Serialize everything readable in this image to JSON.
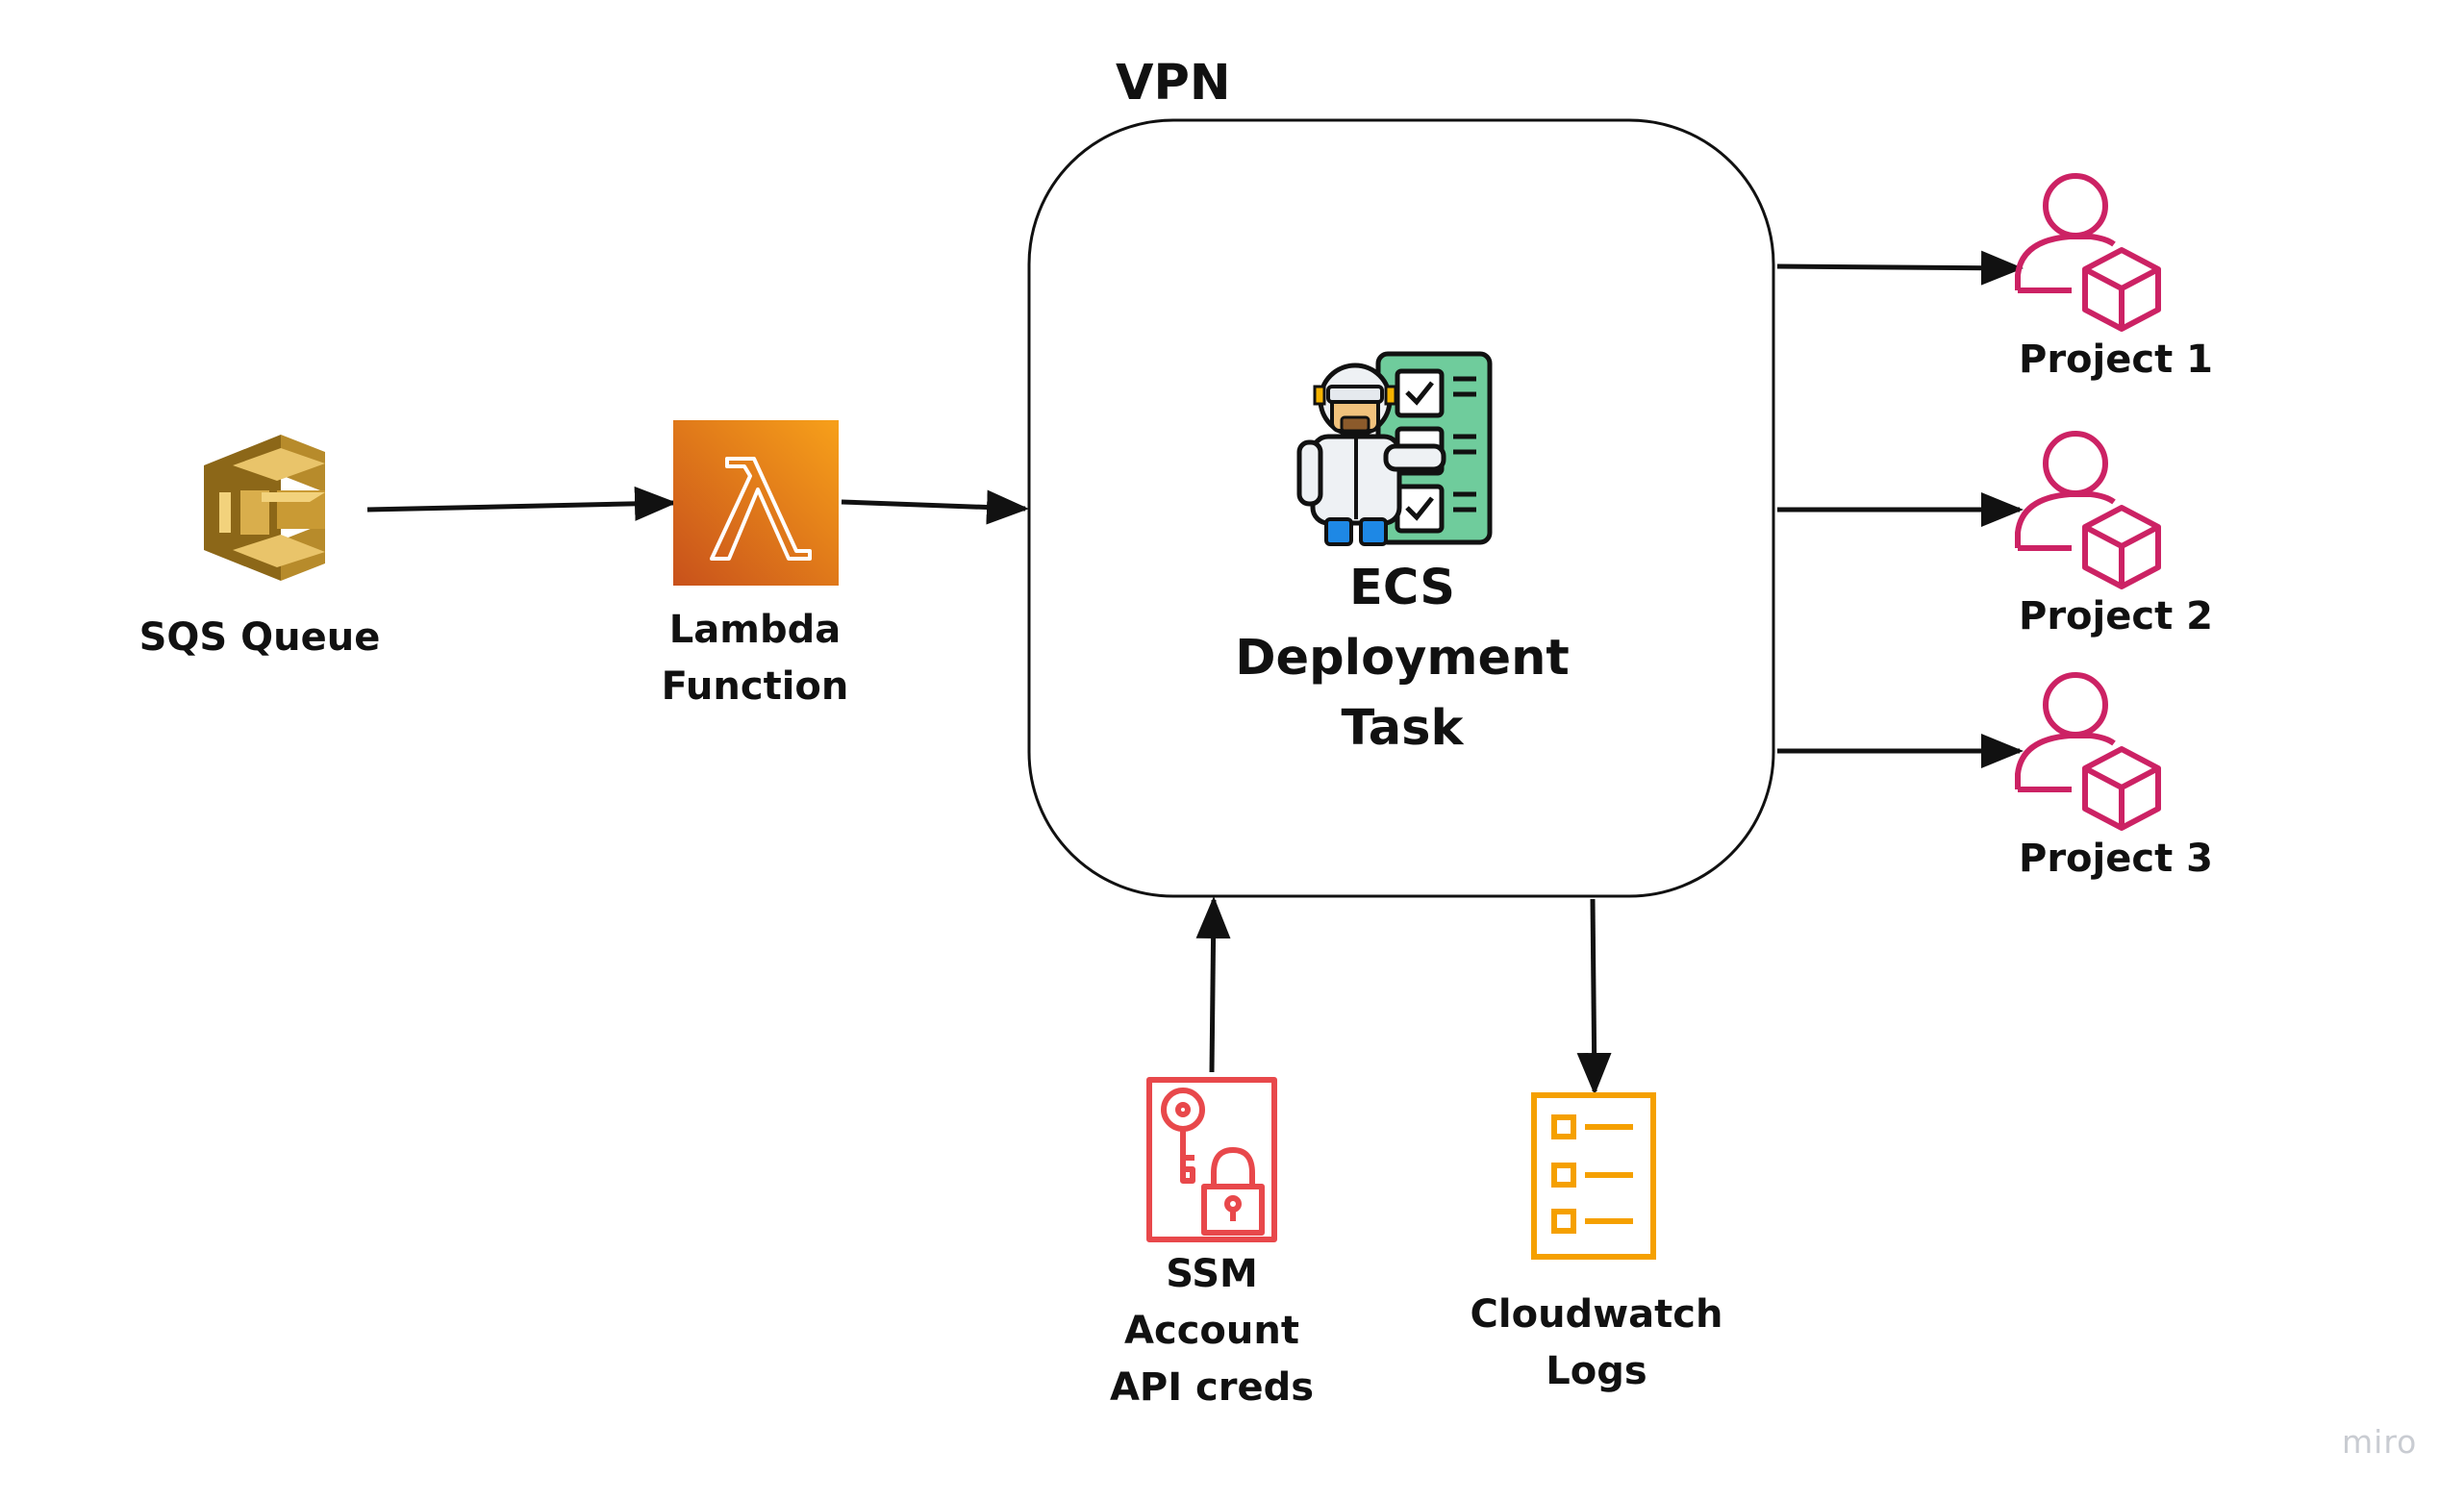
{
  "diagram": {
    "vpn_title": "VPN",
    "ecs_task": {
      "lines": [
        "ECS",
        "Deployment",
        "Task"
      ]
    },
    "sqs": {
      "name": "SQS Queue",
      "icon": "sqs-queue-icon"
    },
    "lambda": {
      "lines": [
        "Lambda",
        "Function"
      ],
      "icon": "lambda-icon",
      "color": "#E8711A"
    },
    "projects": [
      {
        "name": "Project 1",
        "icon": "user-package-icon"
      },
      {
        "name": "Project 2",
        "icon": "user-package-icon"
      },
      {
        "name": "Project 3",
        "icon": "user-package-icon"
      }
    ],
    "ssm": {
      "lines": [
        "SSM",
        "Account",
        "API creds"
      ],
      "icon": "key-lock-icon",
      "color": "#E8484B"
    },
    "cloudwatch": {
      "lines": [
        "Cloudwatch",
        "Logs"
      ],
      "icon": "log-list-icon",
      "color": "#F5A000"
    },
    "project_color": "#CC2264",
    "edge_color": "#111111",
    "edges": [
      {
        "from": "SQS Queue",
        "to": "Lambda Function"
      },
      {
        "from": "Lambda Function",
        "to": "ECS Deployment Task"
      },
      {
        "from": "ECS Deployment Task",
        "to": "Project 1"
      },
      {
        "from": "ECS Deployment Task",
        "to": "Project 2"
      },
      {
        "from": "ECS Deployment Task",
        "to": "Project 3"
      },
      {
        "from": "SSM Account API creds",
        "to": "ECS Deployment Task"
      },
      {
        "from": "ECS Deployment Task",
        "to": "Cloudwatch Logs"
      }
    ]
  },
  "watermark": "miro"
}
